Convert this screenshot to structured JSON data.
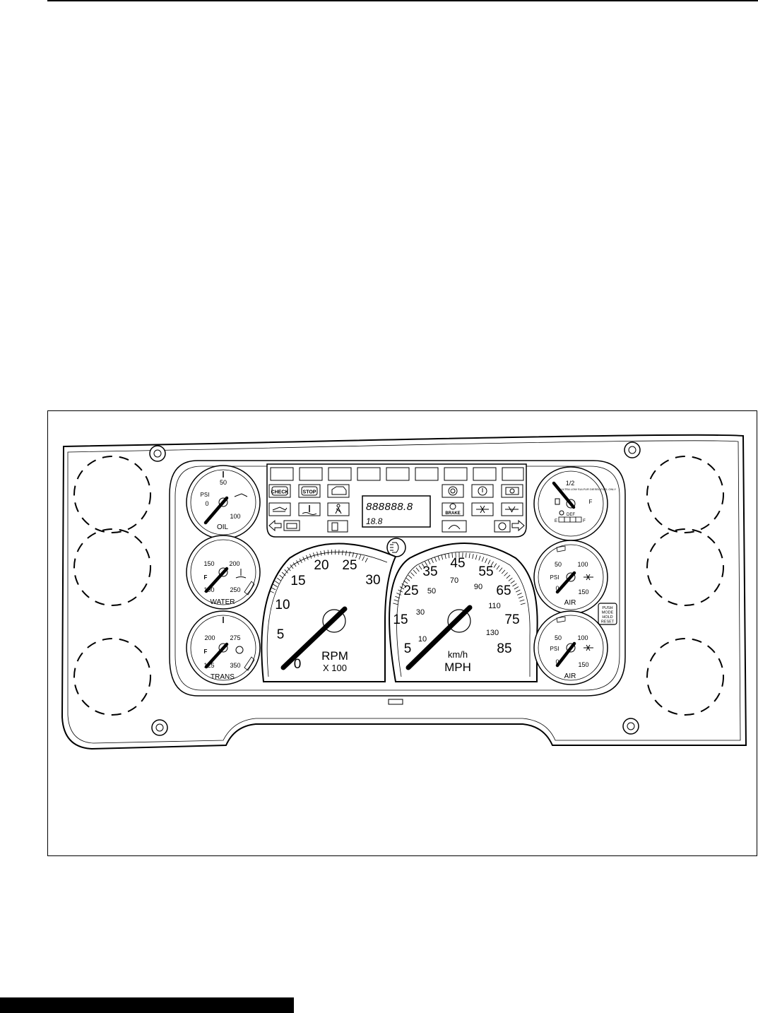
{
  "figure": {
    "title": "",
    "labels": {
      "rpm": "RPM",
      "rpm_mult": "X 100",
      "mph": "MPH",
      "kmh": "km/h",
      "oil": "OIL",
      "water": "WATER",
      "trans": "TRANS",
      "air_top": "AIR",
      "air_bottom": "AIR",
      "psi": "PSI",
      "fuel_half": "1/2",
      "fuel_f": "F",
      "fuel_e": "E",
      "def": "DEF",
      "push_mode": "PUSH MODE HOLD RESET",
      "odometer": "888888.8",
      "trip": "18.8",
      "ultra_low": "ULTRA LOW SULFUR DIESEL FUEL ONLY"
    },
    "tachometer": {
      "ticks": [
        "0",
        "5",
        "10",
        "15",
        "20",
        "25",
        "30"
      ],
      "needle_value": 0
    },
    "speedometer": {
      "mph_ticks": [
        "5",
        "15",
        "25",
        "35",
        "45",
        "55",
        "65",
        "75",
        "85"
      ],
      "kmh_ticks": [
        "10",
        "30",
        "50",
        "70",
        "90",
        "110",
        "130"
      ],
      "needle_value": 5
    },
    "oil_gauge": {
      "ticks": [
        "0",
        "50",
        "100"
      ]
    },
    "water_gauge": {
      "ticks": [
        "100",
        "150",
        "200",
        "250"
      ]
    },
    "trans_gauge": {
      "ticks": [
        "125",
        "200",
        "275",
        "350"
      ]
    },
    "air_gauge_top": {
      "ticks": [
        "0",
        "50",
        "100",
        "150"
      ]
    },
    "air_gauge_bottom": {
      "ticks": [
        "0",
        "50",
        "100",
        "150"
      ]
    },
    "warning_lamps": {
      "left": [
        "CHECK",
        "STOP"
      ],
      "right": [
        "BRAKE"
      ]
    }
  }
}
